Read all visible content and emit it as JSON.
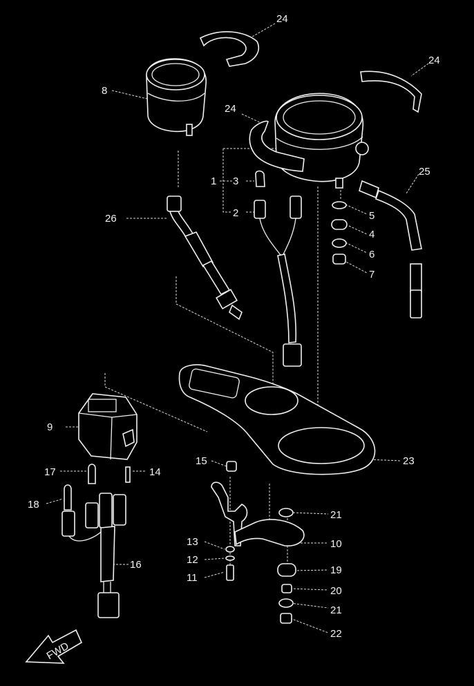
{
  "callouts": [
    {
      "id": "c24a",
      "text": "24"
    },
    {
      "id": "c24b",
      "text": "24"
    },
    {
      "id": "c24c",
      "text": "24"
    },
    {
      "id": "c25",
      "text": "25"
    },
    {
      "id": "c8",
      "text": "8"
    },
    {
      "id": "c1",
      "text": "1"
    },
    {
      "id": "c3",
      "text": "3"
    },
    {
      "id": "c2",
      "text": "2"
    },
    {
      "id": "c26",
      "text": "26"
    },
    {
      "id": "c5",
      "text": "5"
    },
    {
      "id": "c4",
      "text": "4"
    },
    {
      "id": "c6",
      "text": "6"
    },
    {
      "id": "c7",
      "text": "7"
    },
    {
      "id": "c9",
      "text": "9"
    },
    {
      "id": "c23",
      "text": "23"
    },
    {
      "id": "c17",
      "text": "17"
    },
    {
      "id": "c14",
      "text": "14"
    },
    {
      "id": "c15",
      "text": "15"
    },
    {
      "id": "c18",
      "text": "18"
    },
    {
      "id": "c21a",
      "text": "21"
    },
    {
      "id": "c10",
      "text": "10"
    },
    {
      "id": "c13",
      "text": "13"
    },
    {
      "id": "c12",
      "text": "12"
    },
    {
      "id": "c16",
      "text": "16"
    },
    {
      "id": "c11",
      "text": "11"
    },
    {
      "id": "c19",
      "text": "19"
    },
    {
      "id": "c20",
      "text": "20"
    },
    {
      "id": "c21b",
      "text": "21"
    },
    {
      "id": "c22",
      "text": "22"
    }
  ],
  "fwd_label": "FWD"
}
